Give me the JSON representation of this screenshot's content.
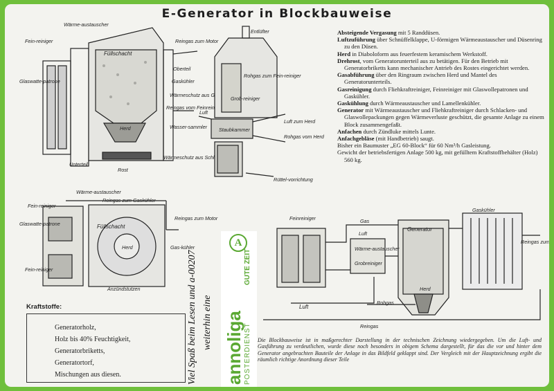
{
  "title": "E-Generator in Blockbauweise",
  "specs": [
    {
      "term": "Absteigende Vergasung",
      "text": " mit 5 Randdüsen."
    },
    {
      "term": "Luftzuführung",
      "text": " über Schnüffelklappe, U-förmigen Wärmeaustauscher und Düsenring zu den Düsen."
    },
    {
      "term": "Herd",
      "text": " in Diaboloform aus feuerfestem keramischem Werkstoff."
    },
    {
      "term": "Drehrost",
      "text": ", vom Generatorunterteil aus zu betätigen. Für den Betrieb mit Generatorbriketts kann mechanischer Antrieb des Rostes eingerichtet werden."
    },
    {
      "term": "Gasabführung",
      "text": " über den Ringraum zwischen Herd und Mantel des Generatorunterteils."
    },
    {
      "term": "Gasreinigung",
      "text": " durch Fliehkraftreiniger, Feinreiniger mit Glaswollepatronen und Gaskühler."
    },
    {
      "term": "Gaskühlung",
      "text": " durch Wärmeaustauscher und Lamellenkühler."
    },
    {
      "term": "Generator",
      "text": " mit Wärmeaustauscher und Fliehkraftreiniger durch Schlacken- und Glaswollepackungen gegen Wärmeverluste geschützt, die gesamte Anlage zu einem Block zusammengefaßt."
    },
    {
      "term": "Anfachen",
      "text": " durch Zündluke mittels Lunte."
    },
    {
      "term": "Anfachgebläse",
      "text": " (mit Handbetrieb) saugt."
    },
    {
      "term": "",
      "text": "Bisher ein Baumuster „EG 60-Block“ für 60 Nm³/h Gasleistung."
    },
    {
      "term": "",
      "text": "Gewicht der betriebsfertigen Anlage 500 kg, mit gefülltem Kraftstoffbehälter (Holz) 560 kg."
    }
  ],
  "diagram1": {
    "labels": {
      "waermeaustauscher": "Wärme-austauscher",
      "feinreiniger": "Fein-reiniger",
      "glaswatte": "Glaswatte-patrone",
      "reingas": "Reingas zum Motor",
      "fuellschacht": "Füllschacht",
      "oberteil": "Oberteil",
      "gaskuehler": "Gaskühler",
      "waermeschutz_glaswatte": "Wärmeschutz aus Glaswatte",
      "reingas_fein": "Reingas vom Feinreiniger",
      "wassersammler": "Wasser-sammler",
      "herd": "Herd",
      "unterteil": "Unterteil",
      "rost": "Rost",
      "waermeschutz_schlacke": "Wärmeschutz aus Schlacken-wolle"
    }
  },
  "diagram2": {
    "labels": {
      "entluefter": "Entlüfter",
      "rohgas_fein": "Rohgas zum Fein-reiniger",
      "grobreiniger": "Grob-reiniger",
      "luft": "Luft",
      "staubkammer": "Staubkammer",
      "luft_herd": "Luft zum Herd",
      "rohgas_herd": "Rohgas vom Herd",
      "ruettel": "Rüttel-vorrichtung"
    }
  },
  "diagram3": {
    "labels": {
      "waermeaustauscher": "Wärme-austauscher",
      "reingas_kuehler": "Reingas zum Gaskühler",
      "feinreiniger": "Fein-reiniger",
      "glaswatte": "Glaswatte-patrone",
      "fuellschacht": "Füllschacht",
      "reingas_motor": "Reingas zum Motor",
      "herd": "Herd",
      "gaskuehler": "Gas-kühler",
      "feinreiniger2": "Fein-reiniger",
      "anzuend": "Anzündstutzen"
    }
  },
  "diagram4": {
    "labels": {
      "feinreiniger": "Feinreiniger",
      "gaskuehler": "Gaskühler",
      "gas": "Gas",
      "generator": "Generator",
      "luft": "Luft",
      "waermeaustauscher": "Wärme-austauscher",
      "grobreiniger": "Grobreiniger",
      "reingas_motor": "Reingas zum Motor",
      "herd": "Herd",
      "rohgas": "Rohgas",
      "luft2": "Luft",
      "reingas": "Reingas"
    }
  },
  "fuels": {
    "title": "Kraftstoffe:",
    "items": [
      "Generatorholz,",
      "Holz bis 40% Feuchtigkeit,",
      "Generatorbriketts,",
      "Generatortorf,",
      "Mischungen aus diesen."
    ]
  },
  "caption": "Die Blockbauweise ist in maßgerechter Darstellung in der technischen Zeichnung wiedergegeben. Um die Luft- und Gasführung zu verdeutlichen, wurde diese noch besonders in obigem Schema dargestellt, für das die vor und hinter dem Generator angebrachten Bauteile der Anlage in das Bildfeld geklappt sind. Der Vergleich mit der Hauptzeichnung ergibt die räumlich richtige Anordnung dieser Teile",
  "promo": {
    "line1": "Viel Spaß beim Lesen und a-00207",
    "line2": "weiterhin eine",
    "logo_word": "annoliga",
    "logo_sub": "POSTERDIENST",
    "slogan": "GUTE ZEIT",
    "seal_letter": "A"
  },
  "colors": {
    "frame": "#6fbf3c",
    "sheet": "#f3f3ef",
    "ink": "#222222",
    "brand": "#5aa832"
  }
}
